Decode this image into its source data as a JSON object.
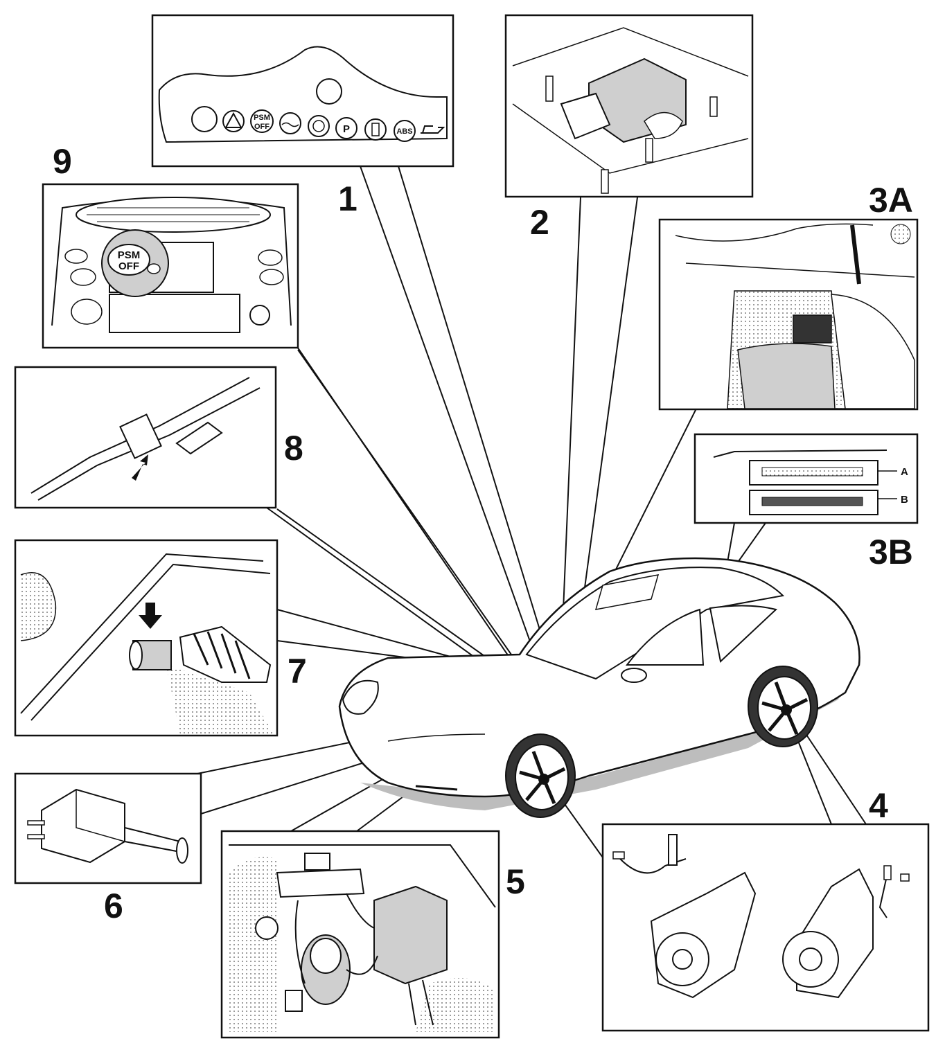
{
  "callouts": {
    "c1": "1",
    "c2": "2",
    "c3a": "3A",
    "c3b": "3B",
    "c4": "4",
    "c5": "5",
    "c6": "6",
    "c7": "7",
    "c8": "8",
    "c9": "9"
  },
  "markers": {
    "a": "A",
    "b": "B"
  },
  "dash_button": {
    "line1": "PSM",
    "line2": "OFF"
  },
  "warning_cluster": {
    "psm_line1": "PSM",
    "psm_line2": "OFF",
    "abs": "ABS",
    "park": "P"
  },
  "colors": {
    "ink": "#111111",
    "shade": "#cfcfcf",
    "paper": "#ffffff"
  }
}
